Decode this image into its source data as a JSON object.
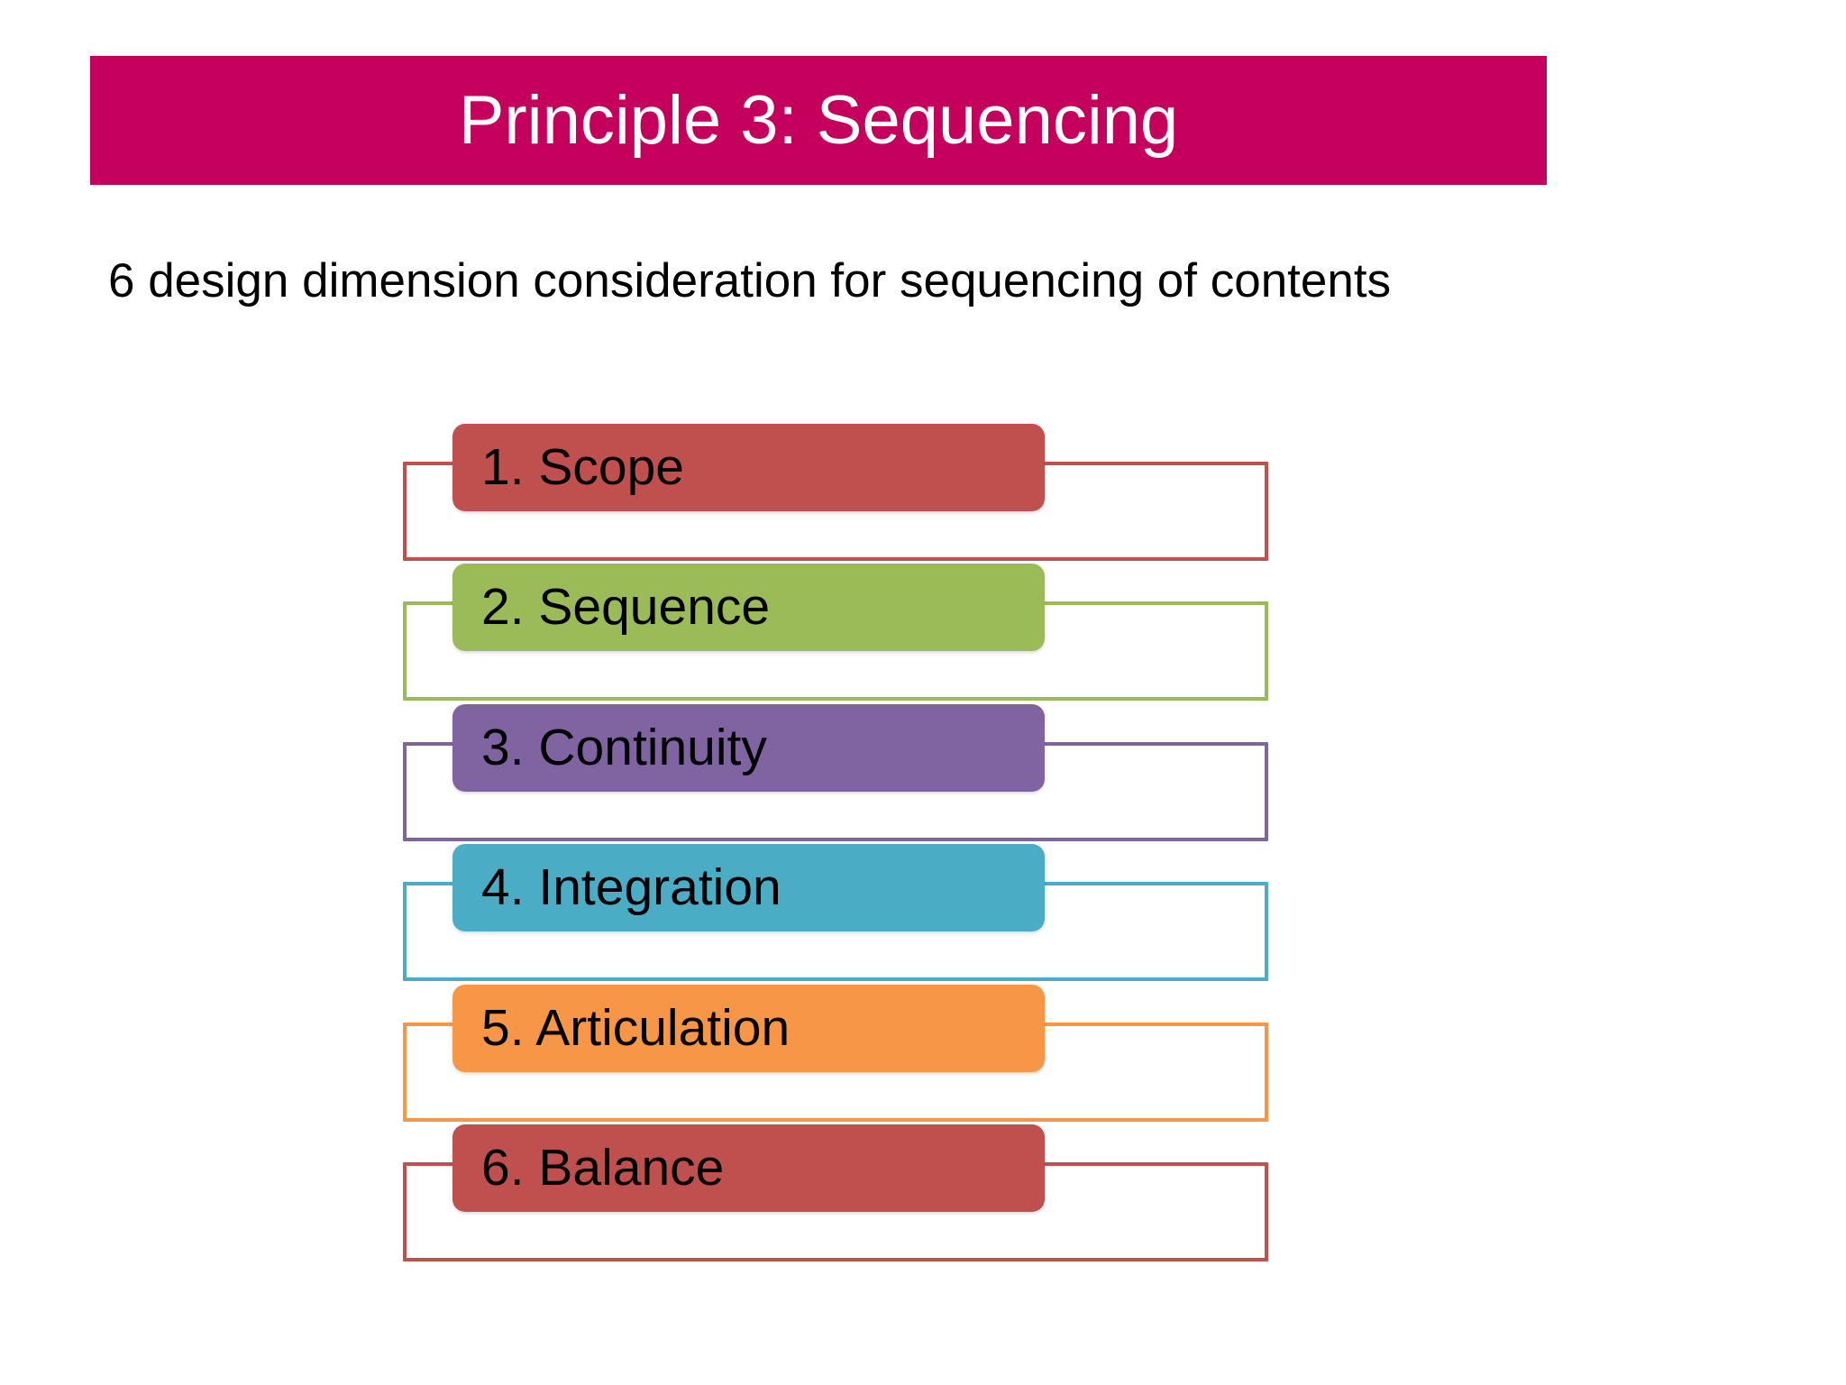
{
  "slide": {
    "background_color": "#FFFFFF",
    "title": {
      "text": "Principle 3: Sequencing",
      "background_color": "#C4005C",
      "text_color": "#FFFFFF"
    },
    "body": {
      "text": "6 design dimension consideration for sequencing of contents",
      "text_color": "#000000"
    },
    "diagram": {
      "type": "stacked-bracket-list",
      "item_count": 6,
      "items": [
        {
          "label": "1. Scope",
          "color": "#C0504D"
        },
        {
          "label": "2. Sequence",
          "color": "#9BBB59"
        },
        {
          "label": "3. Continuity",
          "color": "#8064A2"
        },
        {
          "label": "4. Integration",
          "color": "#4BACC6"
        },
        {
          "label": "5. Articulation",
          "color": "#F79646"
        },
        {
          "label": "6. Balance",
          "color": "#C0504D"
        }
      ]
    }
  }
}
